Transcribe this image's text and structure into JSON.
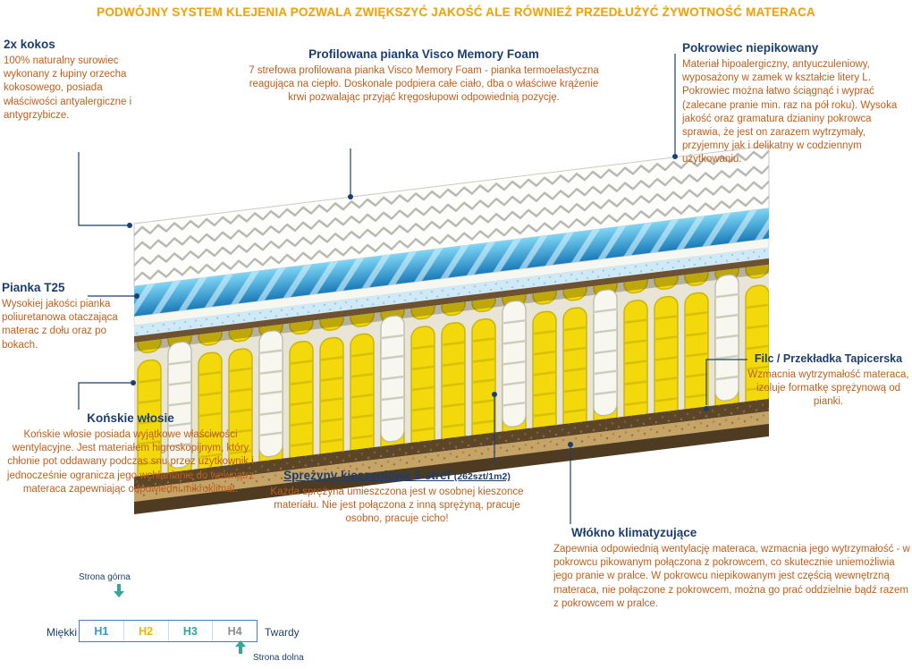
{
  "banner": "PODWÓJNY SYSTEM KLEJENIA POZWALA ZWIĘKSZYĆ JAKOŚĆ ALE RÓWNIEŻ PRZEDŁUŻYĆ ŻYWOTNOŚĆ MATERACA",
  "callouts": {
    "kokos": {
      "title": "2x kokos",
      "body": "100% naturalny surowiec wykonany z łupiny orzecha kokosowego, posiada właściwości antyalergiczne i antygrzybicze."
    },
    "visco": {
      "title": "Profilowana pianka Visco Memory Foam",
      "body": "7 strefowa profilowana pianka Visco Memory Foam - pianka termoelastyczna reagująca na ciepło.  Doskonale podpiera całe ciało, dba o właściwe krążenie krwi pozwalając przyjąć kręgosłupowi odpowiednią pozycję."
    },
    "pokrowiec": {
      "title": "Pokrowiec niepikowany",
      "body": "Materiał hipoalergiczny, antyuczuleniowy, wyposażony w zamek w kształcie litery L. Pokrowiec można łatwo ściągnąć i wyprać (zalecane pranie min.  raz na pół roku). Wysoka jakość oraz gramatura dzianiny pokrowca sprawia, że jest on zarazem wytrzymały, przyjemny jak i delikatny w codziennym użytkowaniu."
    },
    "pianka_t25": {
      "title": "Pianka T25",
      "body": "Wysokiej jakości pianka poliuretanowa otaczająca materac z dołu oraz po bokach."
    },
    "konskie": {
      "title": "Końskie włosie",
      "body": "Końskie włosie posiada wyjątkowe właściwości wentylacyjne. Jest materiałem higroskopijnym, który chłonie pot oddawany podczas snu przez użytkownik i jednocześnie ogranicza jego wchłanianie do wewnątrz materaca zapewniając odpowiedni mikroklimat."
    },
    "filc": {
      "title": "Filc / Przekładka Tapicerska",
      "body": "Wzmacnia wytrzymałość materaca, izoluje formatkę sprężynową od pianki."
    },
    "sprezyny": {
      "title": "Sprężyny kieszeniowe 9 stref",
      "note": "(262szt/1m2)",
      "body": "Każda sprężyna umieszczona jest w osobnej kieszonce materiału. Nie jest połączona z inną sprężyną, pracuje osobno, pracuje cicho!"
    },
    "wlokno": {
      "title": "Włókno klimatyzujące",
      "body": "Zapewnia odpowiednią wentylację materaca, wzmacnia jego wytrzymałość - w pokrowcu pikowanym połączona z pokrowcem, co skutecznie uniemożliwia jego pranie w pralce. W pokrowcu niepikowanym jest częścią wewnętrzną materaca, nie połączone z pokrowcem, można go prać oddzielnie bądź razem z pokrowcem w pralce."
    }
  },
  "scale": {
    "top_label": "Strona górna",
    "bottom_label": "Strona dolna",
    "soft_label": "Miękki",
    "hard_label": "Twardy",
    "levels": [
      {
        "label": "H1",
        "color": "#2e9bd6"
      },
      {
        "label": "H2",
        "color": "#f0b400"
      },
      {
        "label": "H3",
        "color": "#2aa79b"
      },
      {
        "label": "H4",
        "color": "#8c8c8c"
      }
    ]
  },
  "colors": {
    "navy": "#1c3e6e",
    "orange": "#bf5e1c",
    "banner_yellow": "#efa50a",
    "teal": "#35a894",
    "scale_border": "#4a7ebb",
    "callout_line": "#1c3e6e",
    "spring_yellow": "#f3d90b",
    "visco_blue": "#1a7ab8"
  }
}
